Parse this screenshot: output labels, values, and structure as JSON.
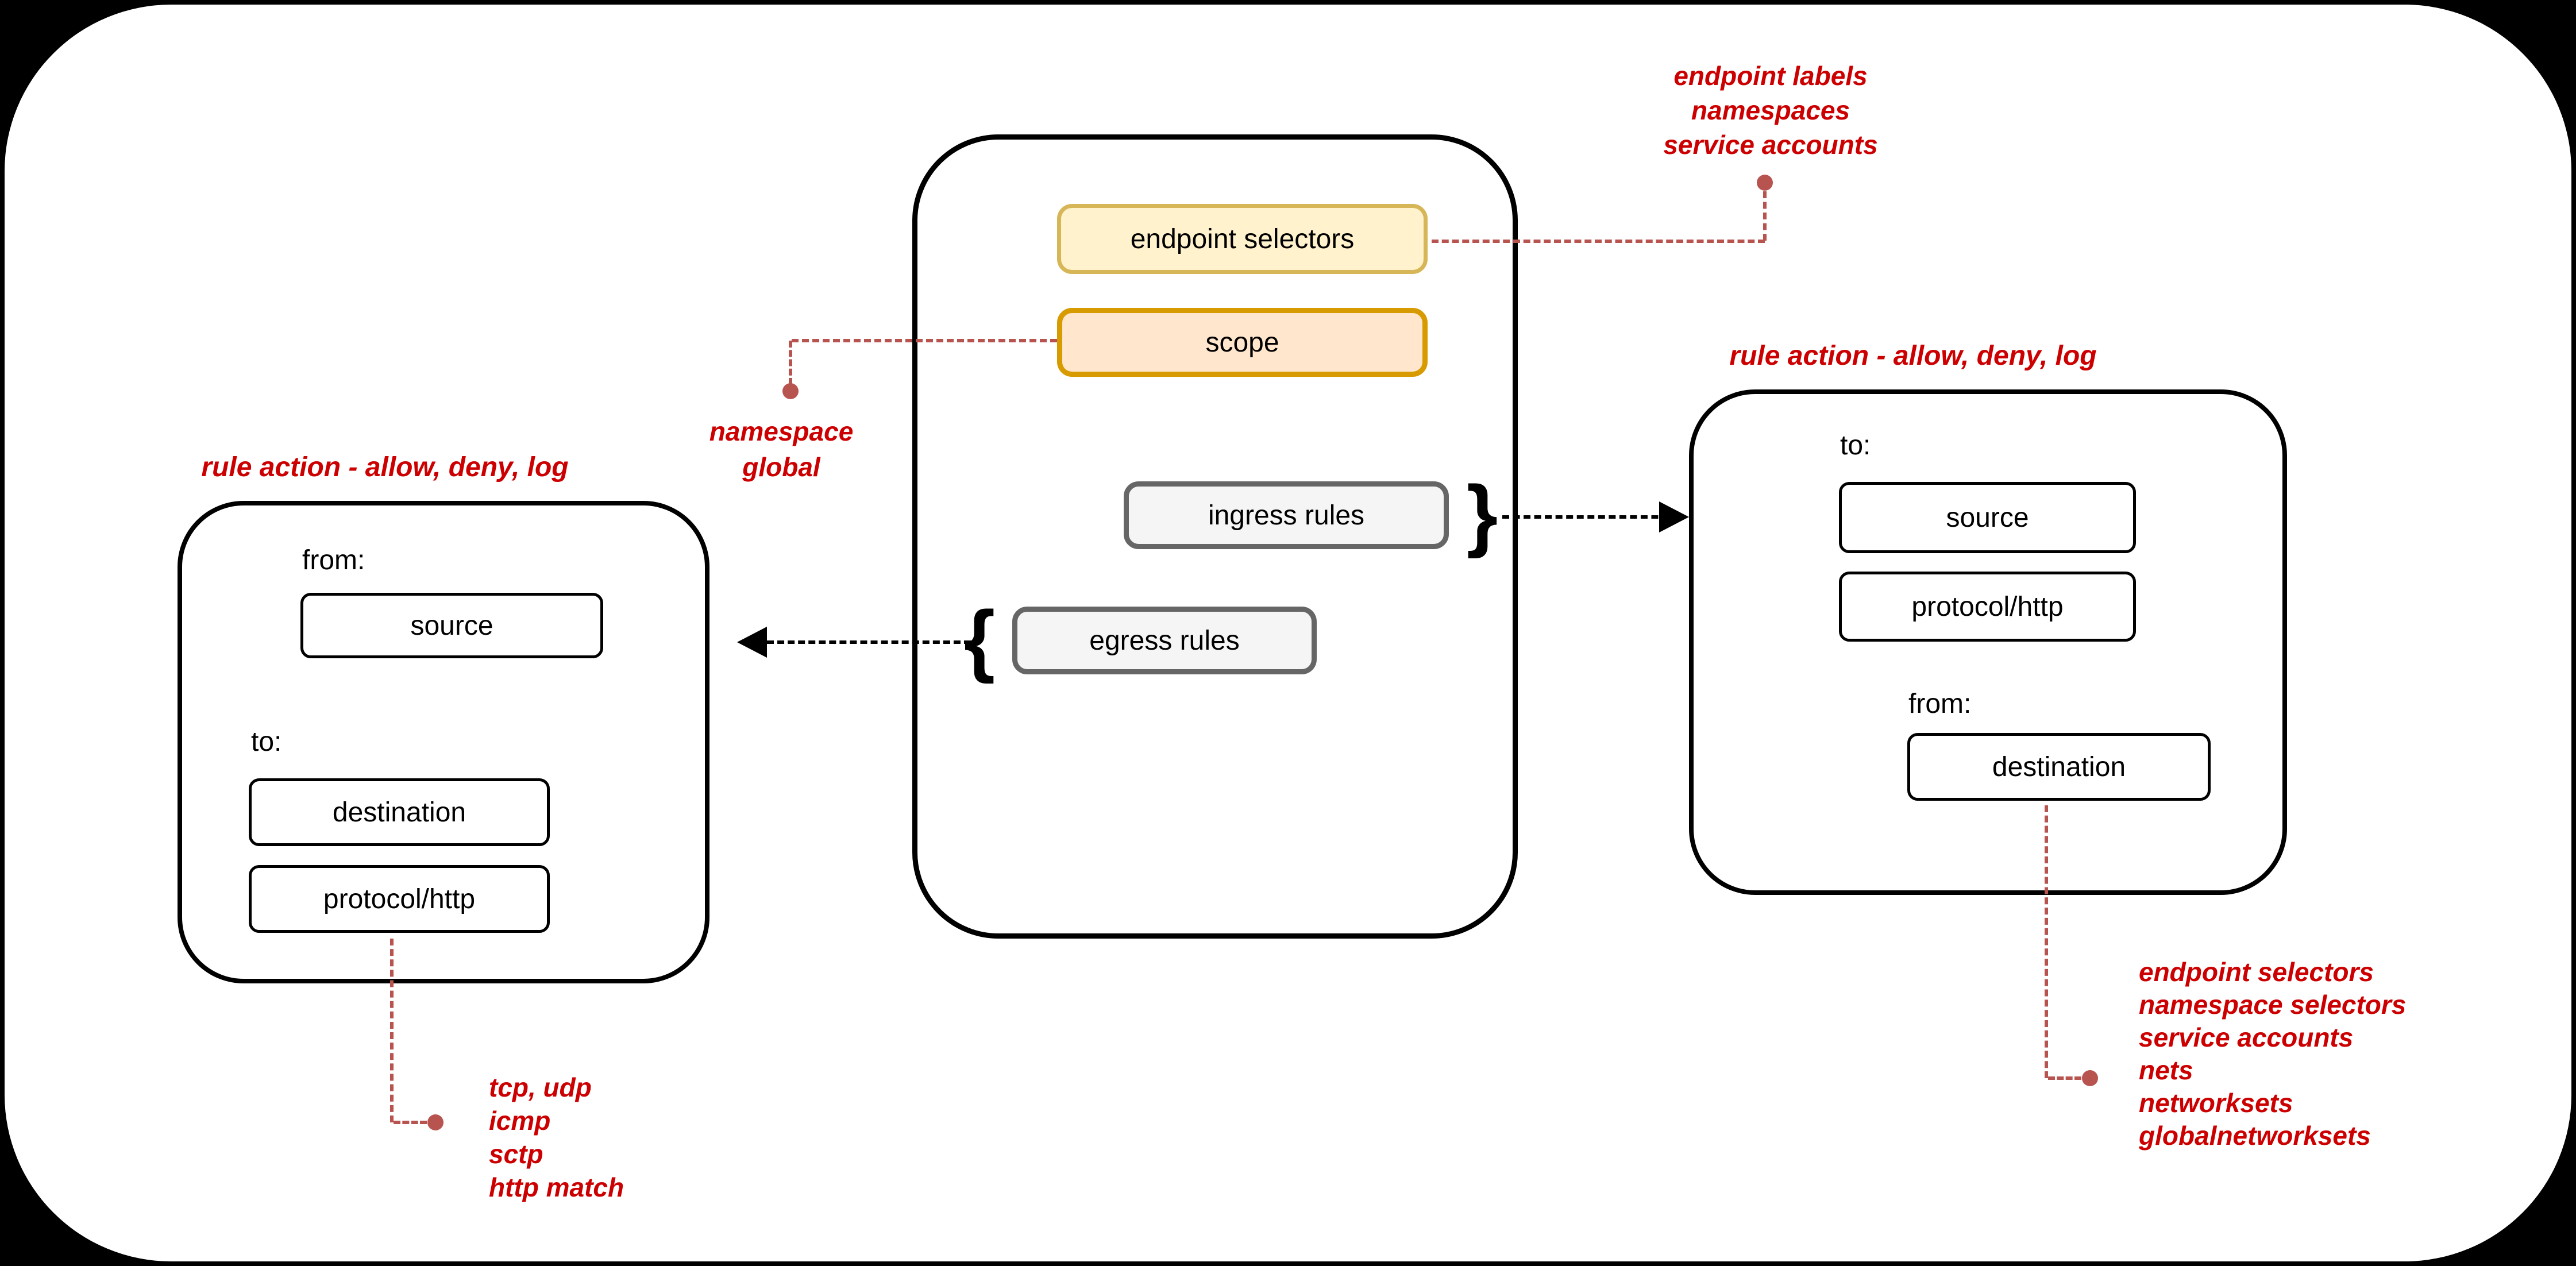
{
  "diagram": {
    "center_box": {
      "endpoint_selectors": "endpoint selectors",
      "scope": "scope",
      "ingress_rules": "ingress rules",
      "egress_rules": "egress rules"
    },
    "left_box": {
      "title": "rule action - allow, deny, log",
      "from_label": "from:",
      "source": "source",
      "to_label": "to:",
      "destination": "destination",
      "protocol": "protocol/http"
    },
    "right_box": {
      "title": "rule action - allow, deny, log",
      "to_label": "to:",
      "source": "source",
      "protocol": "protocol/http",
      "from_label": "from:",
      "destination": "destination"
    },
    "braces": {
      "open": "{",
      "close": "}"
    },
    "annotations": {
      "endpoint_selectors": {
        "lines": [
          "endpoint labels",
          "namespaces",
          "service accounts"
        ]
      },
      "scope": {
        "lines": [
          "namespace",
          "global"
        ]
      },
      "protocol": {
        "lines": [
          "tcp, udp",
          "icmp",
          "sctp",
          "http match"
        ]
      },
      "destination": {
        "lines": [
          "endpoint selectors",
          "namespace selectors",
          "service accounts",
          "nets",
          "networksets",
          "globalnetworksets"
        ]
      }
    },
    "colors": {
      "annotation_text": "#cc0000",
      "connector_red": "#b85450",
      "yellow_fill": "#fff2cc",
      "yellow_border": "#d6b656",
      "orange_fill": "#ffe6cc",
      "orange_border": "#d79b00",
      "gray_fill": "#f5f5f5",
      "gray_border": "#666666",
      "background": "#000000",
      "panel": "#ffffff"
    }
  }
}
